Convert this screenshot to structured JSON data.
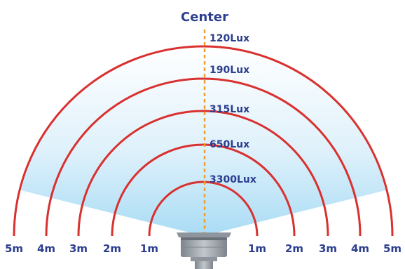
{
  "center_label": "Center",
  "rings": [
    {
      "lux": "120Lux",
      "distance": "5m"
    },
    {
      "lux": "190Lux",
      "distance": "4m"
    },
    {
      "lux": "315Lux",
      "distance": "3m"
    },
    {
      "lux": "650Lux",
      "distance": "2m"
    },
    {
      "lux": "3300Lux",
      "distance": "1m"
    }
  ],
  "colors": {
    "ring": "#d9312f",
    "label": "#2b3e8f",
    "center_line": "#f0a030",
    "beam_top": "#ffffff",
    "beam_bottom": "#a9dcf5",
    "fixture_body": "#9aa1a8",
    "fixture_dark": "#6a7077"
  }
}
